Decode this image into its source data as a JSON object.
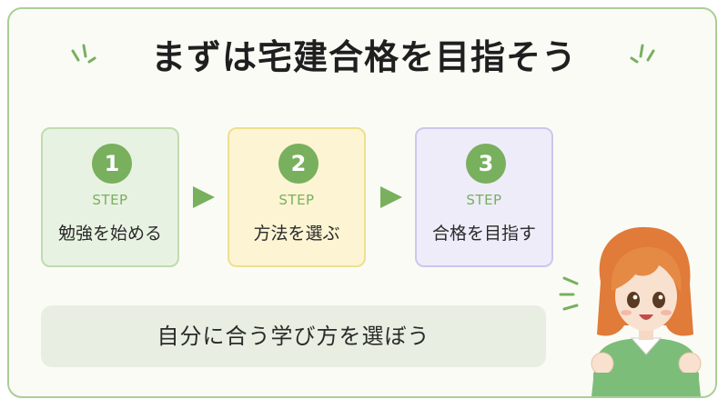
{
  "title": "まずは宅建合格を目指そう",
  "steps": [
    {
      "number": "1",
      "label": "STEP",
      "text": "勉強を始める"
    },
    {
      "number": "2",
      "label": "STEP",
      "text": "方法を選ぶ"
    },
    {
      "number": "3",
      "label": "STEP",
      "text": "合格を目指す"
    }
  ],
  "banner": "自分に合う学び方を選ぼう",
  "colors": {
    "accent": "#78b05e",
    "frame": "#a9cf96",
    "step1_bg": "#e8f2e2",
    "step2_bg": "#fcf4d3",
    "step3_bg": "#efecfa",
    "banner_bg": "#e8efe2"
  },
  "icons": [
    "sparkle-left-icon",
    "sparkle-right-icon",
    "arrow-right-icon",
    "cheering-girl-illustration"
  ]
}
